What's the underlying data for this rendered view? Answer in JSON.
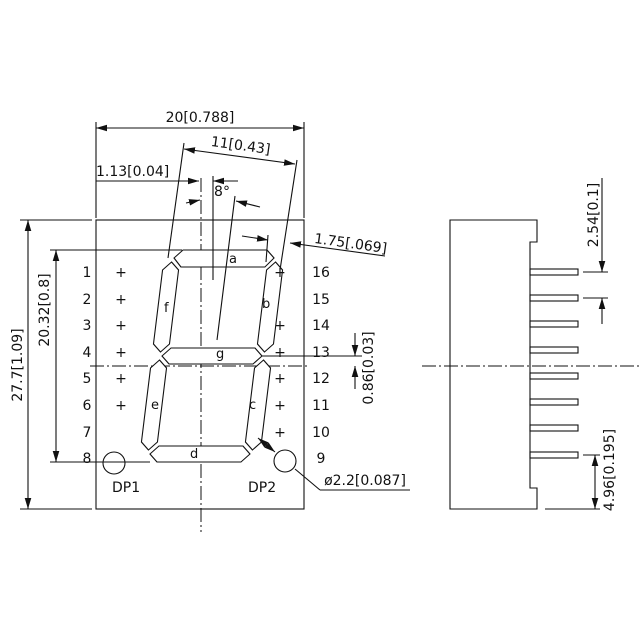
{
  "front_view": {
    "pins_left": [
      "1",
      "2",
      "3",
      "4",
      "5",
      "6",
      "7",
      "8"
    ],
    "pins_right": [
      "16",
      "15",
      "14",
      "13",
      "12",
      "11",
      "10",
      "9"
    ],
    "segments": [
      "a",
      "b",
      "c",
      "d",
      "e",
      "f",
      "g"
    ],
    "dp_labels": [
      "DP1",
      "DP2"
    ],
    "pin_marker": "+"
  },
  "dimensions": {
    "overall_width": "20[0.788]",
    "digit_width": "11[0.43]",
    "offset": "1.13[0.04]",
    "slant_angle": "8°",
    "segment_width": "1.75[.069]",
    "overall_height": "27.7[1.09]",
    "digit_height": "20.32[0.8]",
    "center_offset": "0.86[0.03]",
    "dp_diameter": "ø2.2[0.087]",
    "pin_pitch": "2.54[0.1]",
    "pin_edge": "4.96[0.195]"
  }
}
